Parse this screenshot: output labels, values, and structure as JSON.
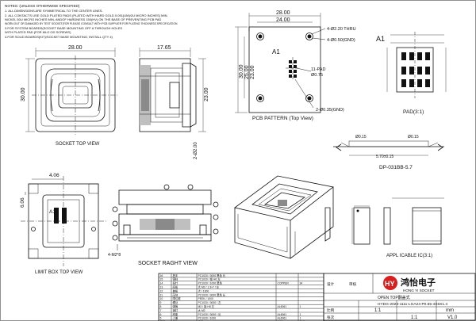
{
  "notes": {
    "lines": [
      "NOTES: (UNLESS OTHERWISE SPECIFIED)",
      "1. ALL DIMENSIONS ARE SYMMETRICAL TO THE CENTER LINES.",
      "2. ALL CONTACTS USE GOLD PLATED PADS (PLATED WITH HARD GOLD 0.051(UM)/2U MICRO INCHES) MIN.",
      "   NICKEL 50U MICRO INCHES MIN, ANDOF HARDNESS 150(HV) ON THE BASE OF PREVENTING PCB PAD",
      "   WORN OUT OR DAMAGED BY TEST SOCKET(FOR PLEASE CONSULT WITH PCB SUPPLIER FOR PLATING THICKNESS SPECIFICATION",
      "3.FOR SYSTEM BOARDS(SOCKET BASE MOUNTING OFF A THROUGH HOLES",
      "   WITH PLATED PAD (FOR MLO OD SCREWS)",
      "4.FOR SOLID BOARDS(KIT)/SOCKET BASE MOUNTING, INSTALL QTY 4)"
    ]
  },
  "top_view": {
    "title": "SOCKET TOP VIEW",
    "width": "28.00",
    "height": "30.00"
  },
  "side_view": {
    "depth": "17.65",
    "height": "23.00",
    "base": "2-Ø2.00"
  },
  "pcb": {
    "title": "PCB PATTERN (Top View)",
    "width_outer": "28.00",
    "width_inner": "24.00",
    "height_outer": "30.00",
    "height_mid": "25.00",
    "height_inner": "23.00",
    "hole_thru": "4-Ø2.20 THRU",
    "hole_gnd": "4-Ø0.50(GND)",
    "pad": "11-PAD",
    "pad_sub": "Ø0.75",
    "gnd": "2-Ø0.35(GND)",
    "label_a1": "A1",
    "label_a1_right": "A1"
  },
  "pad_view": {
    "title": "PAD(3:1)"
  },
  "dp": {
    "title": "DP-031BB-5.7",
    "d1": "Ø0.15",
    "d2": "Ø0.15",
    "span": "5.70±0.15"
  },
  "limit": {
    "title": "LIMIT BOX  TOP VIEW",
    "d1": "4.06",
    "d2": "6.06",
    "label_a1": "A1"
  },
  "raght": {
    "title": "SOCKET RAGHT VIEW",
    "dim": "4-M2*8"
  },
  "applicable": {
    "title": "APPL ICABLE IC(3:1)"
  },
  "bom": {
    "rows": [
      {
        "no": "16",
        "name": "把手",
        "spec": "PC1020 / 3000 黑色 长",
        "mat": "",
        "qty": ""
      },
      {
        "no": "15",
        "name": "铜柱",
        "spec": "PC1020 / 锁 H6 左",
        "mat": "",
        "qty": ""
      },
      {
        "no": "14",
        "name": "探针",
        "spec": "PC1020 / 1000 黑色",
        "mat": "COPPER",
        "qty": "34"
      },
      {
        "no": "13",
        "name": "底板",
        "spec": "大 M2 / 1.3×7 / 左",
        "mat": "",
        "qty": ""
      },
      {
        "no": "12",
        "name": "盖板",
        "spec": "大 / 1300",
        "mat": "",
        "qty": ""
      },
      {
        "no": "11",
        "name": "压块",
        "spec": "PC1020 / 3000 黑色 长",
        "mat": "",
        "qty": ""
      },
      {
        "no": "10",
        "name": "限位框",
        "spec": "PEEK / 1000",
        "mat": "",
        "qty": ""
      },
      {
        "no": "9",
        "name": "螺丝",
        "spec": "PC1020 / 3000 / 左",
        "mat": "",
        "qty": ""
      },
      {
        "no": "8",
        "name": "弹簧",
        "spec": "M2 / 锁 H6 左",
        "mat": "AL6061",
        "qty": "1"
      },
      {
        "no": "7",
        "name": "销钉",
        "spec": "大 M2",
        "mat": "",
        "qty": ""
      },
      {
        "no": "6",
        "name": "底座",
        "spec": "PC1020 / 3000 / 长",
        "mat": "AL6061",
        "qty": "1"
      },
      {
        "no": "5",
        "name": "上盖",
        "spec": "PC1020 / 1000",
        "mat": "AL6061",
        "qty": "1"
      }
    ],
    "head": {
      "no": "序号",
      "name": "名称",
      "spec": "规格",
      "mat": "材料",
      "qty": "数量"
    }
  },
  "title_block": {
    "company_cn": "鸿怡电子",
    "company_en": "HONG YI SOCKET",
    "doc": "OPEN TOP翻盖式",
    "part_no": "HYDG-2024-1111-LGA24-P0.65-4X6X1.4",
    "scale_label": "比例",
    "scale": "1:1",
    "sheet_label": "张次",
    "sheet": "1:1",
    "unit": "mm",
    "ver": "V1.0",
    "logo": "HY",
    "date_label": "设计",
    "rev_label": "审核"
  },
  "colors": {
    "logo": "#d81e1e",
    "line": "#111111",
    "hatch": "#444444"
  }
}
